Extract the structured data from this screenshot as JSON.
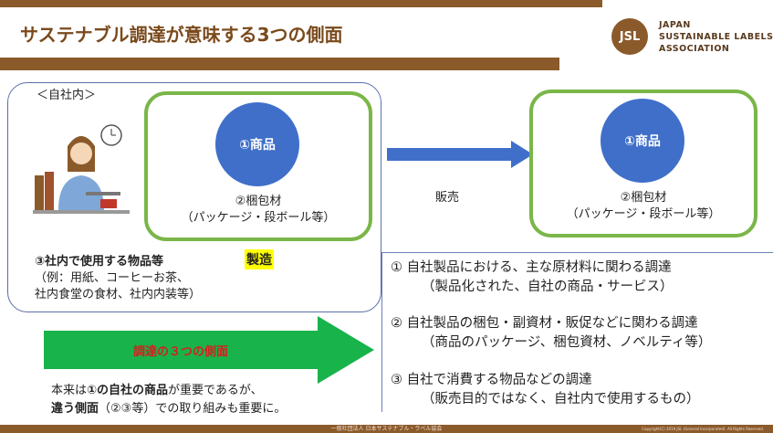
{
  "header": {
    "title": "サステナブル調達が意味する3つの側面",
    "logo_mark": "JSL",
    "logo_lines": [
      "JAPAN",
      "SUSTAINABLE LABELS",
      "ASSOCIATION"
    ]
  },
  "inhouse": {
    "label": "＜自社内＞",
    "product": "①商品",
    "packaging_line1": "②梱包材",
    "packaging_line2": "（パッケージ・段ボール等）",
    "manufacture": "製造",
    "item3_head": "③社内で使用する物品等",
    "item3_line2": "（例：用紙、コーヒーお茶、",
    "item3_line3": "社内食堂の食材、社内内装等）"
  },
  "sales": {
    "label": "販売",
    "product": "①商品",
    "packaging_line1": "②梱包材",
    "packaging_line2": "（パッケージ・段ボール等）"
  },
  "arrow_banner": "調達の３つの側面",
  "note": {
    "p1": "本来は",
    "p2": "①の自社の商品",
    "p3": "が重要であるが、",
    "p4": "違う側面",
    "p5": "（②③等）での取り組みも重要に。"
  },
  "aspects": [
    {
      "line1": "① 自社製品における、主な原材料に関わる調達",
      "line2": "（製品化された、自社の商品・サービス）"
    },
    {
      "line1": "② 自社製品の梱包・副資材・販促などに関わる調達",
      "line2": "（商品のパッケージ、梱包資材、ノベルティ等）"
    },
    {
      "line1": "③ 自社で消費する物品などの調達",
      "line2": "（販売目的ではなく、自社内で使用するもの）"
    }
  ],
  "footer": {
    "org": "一般社団法人 日本サステナブル・ラベル協会",
    "copyright": "Copyright(C) 2019 JSL (General Incorporated). All Rights Reserved."
  },
  "colors": {
    "brand_brown": "#8b5a2b",
    "green_frame": "#7ab648",
    "circle_blue": "#3f6fc9",
    "arrow_green": "#18b34a",
    "banner_red": "#d42020",
    "highlight": "#ffff00"
  }
}
